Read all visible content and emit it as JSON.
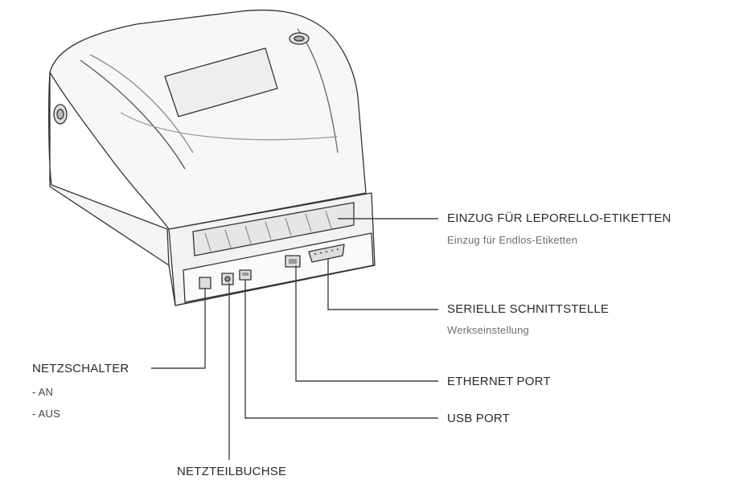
{
  "labels": {
    "continuous_feed": {
      "title": "EINZUG FÜR LEPORELLO-ETIKETTEN",
      "subtitle": "Einzug für Endlos-Etiketten"
    },
    "serial_port": {
      "title": "SERIELLE SCHNITTSTELLE",
      "subtitle": "Werkseinstellung"
    },
    "ethernet_port": {
      "title": "ETHERNET PORT"
    },
    "usb_port": {
      "title": "USB PORT"
    },
    "power_switch": {
      "title": "NETZSCHALTER",
      "options": [
        "- AN",
        "- AUS"
      ]
    },
    "power_jack": {
      "title": "NETZTEILBUCHSE"
    }
  },
  "colors": {
    "outline": "#333333",
    "leader_line": "#444444",
    "body_fill": "#f4f4f4",
    "shade": "#e2e2e2"
  }
}
